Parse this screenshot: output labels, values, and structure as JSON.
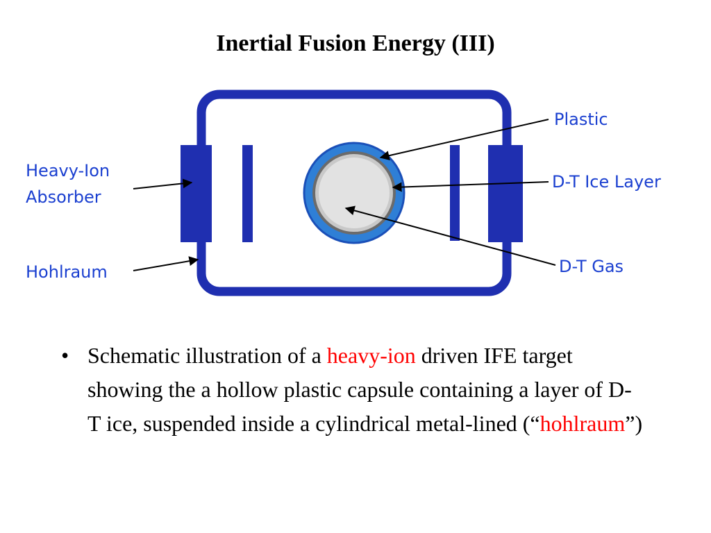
{
  "title": "Inertial Fusion Energy (III)",
  "diagram": {
    "labels": {
      "plastic": "Plastic",
      "dt_ice_layer": "D-T Ice Layer",
      "dt_gas": "D-T Gas",
      "heavy_ion_absorber_line1": "Heavy-Ion",
      "heavy_ion_absorber_line2": "Absorber",
      "hohlraum": "Hohlraum"
    },
    "colors": {
      "frame": "#1f2fb0",
      "capsule_ring": "#2f7fd6",
      "fuel": "#d8d8d8",
      "label_text": "#1a3fd0"
    }
  },
  "bullet": {
    "symbol": "•",
    "part1": "Schematic illustration of a ",
    "highlight1": "heavy-ion",
    "part2": " driven IFE target showing the a hollow plastic capsule containing a layer of D-T ice, suspended inside a cylindrical metal-lined (“",
    "highlight2": "hohlraum",
    "part3": "”)",
    "highlight_color": "#ff0000"
  }
}
